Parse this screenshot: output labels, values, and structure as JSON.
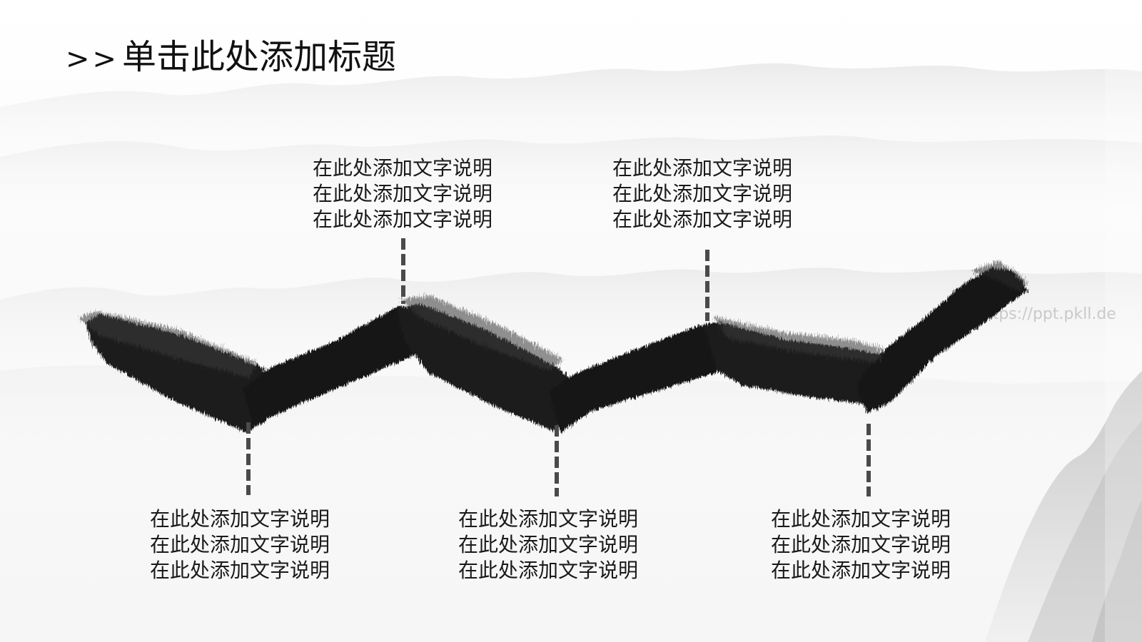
{
  "slide": {
    "title_prefix": ">>",
    "title": "单击此处添加标题",
    "watermark": "https://ppt.pkll.de",
    "captions": [
      {
        "id": "top-1",
        "lines": [
          "在此处添加文字说明",
          "在此处添加文字说明",
          "在此处添加文字说明"
        ]
      },
      {
        "id": "top-2",
        "lines": [
          "在此处添加文字说明",
          "在此处添加文字说明",
          "在此处添加文字说明"
        ]
      },
      {
        "id": "bottom-1",
        "lines": [
          "在此处添加文字说明",
          "在此处添加文字说明",
          "在此处添加文字说明"
        ]
      },
      {
        "id": "bottom-2",
        "lines": [
          "在此处添加文字说明",
          "在此处添加文字说明",
          "在此处添加文字说明"
        ]
      },
      {
        "id": "bottom-3",
        "lines": [
          "在此处添加文字说明",
          "在此处添加文字说明",
          "在此处添加文字说明"
        ]
      }
    ]
  },
  "colors": {
    "ink": "#1a1a1a",
    "leader": "#4a4a4a",
    "mountain": "#d8d8d8",
    "background": "#ffffff"
  }
}
